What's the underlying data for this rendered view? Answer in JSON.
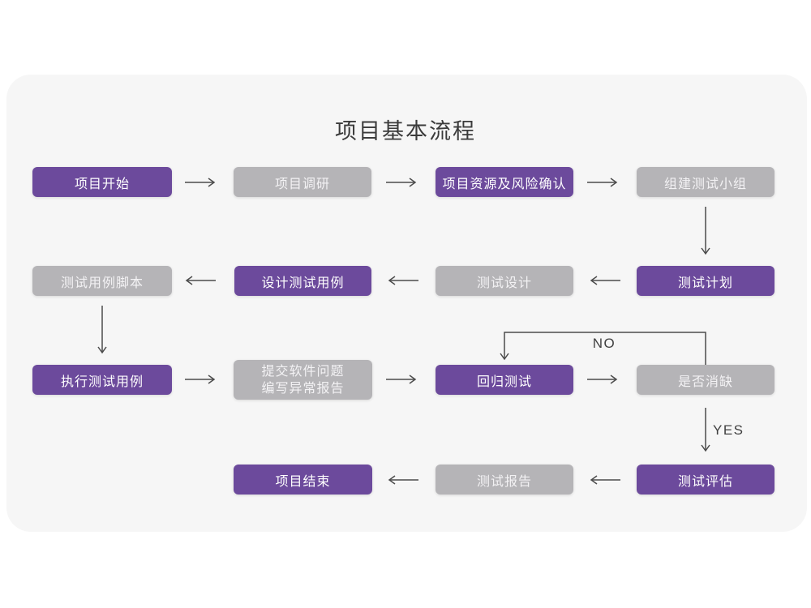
{
  "page": {
    "title": "项目基本流程"
  },
  "colors": {
    "primary_purple": "#6C4A9C",
    "secondary_gray": "#B5B4B7",
    "card_background": "#F6F6F6",
    "page_background": "#FFFFFF",
    "arrow": "#4C4C4C",
    "title_text": "#3B3B3B",
    "node_text_on_purple": "#FFFFFF",
    "node_text_on_gray": "#F3F2F4"
  },
  "nodes": {
    "project_start": {
      "label": "项目开始",
      "type": "primary"
    },
    "project_research": {
      "label": "项目调研",
      "type": "secondary"
    },
    "resource_risk": {
      "label": "项目资源及风险确认",
      "type": "primary"
    },
    "build_team": {
      "label": "组建测试小组",
      "type": "secondary"
    },
    "test_plan": {
      "label": "测试计划",
      "type": "primary"
    },
    "test_design": {
      "label": "测试设计",
      "type": "secondary"
    },
    "design_cases": {
      "label": "设计测试用例",
      "type": "primary"
    },
    "case_script": {
      "label": "测试用例脚本",
      "type": "secondary"
    },
    "run_cases": {
      "label": "执行测试用例",
      "type": "primary"
    },
    "submit_issues": {
      "label": "提交软件问题\n编写异常报告",
      "type": "secondary"
    },
    "regression_test": {
      "label": "回归测试",
      "type": "primary"
    },
    "defect_cleared": {
      "label": "是否消缺",
      "type": "secondary"
    },
    "test_evaluation": {
      "label": "测试评估",
      "type": "primary"
    },
    "test_report": {
      "label": "测试报告",
      "type": "secondary"
    },
    "project_end": {
      "label": "项目结束",
      "type": "primary"
    }
  },
  "edge_labels": {
    "no": "NO",
    "yes": "YES"
  },
  "edges": [
    {
      "from": "项目开始",
      "to": "项目调研"
    },
    {
      "from": "项目调研",
      "to": "项目资源及风险确认"
    },
    {
      "from": "项目资源及风险确认",
      "to": "组建测试小组"
    },
    {
      "from": "组建测试小组",
      "to": "测试计划"
    },
    {
      "from": "测试计划",
      "to": "测试设计"
    },
    {
      "from": "测试设计",
      "to": "设计测试用例"
    },
    {
      "from": "设计测试用例",
      "to": "测试用例脚本"
    },
    {
      "from": "测试用例脚本",
      "to": "执行测试用例"
    },
    {
      "from": "执行测试用例",
      "to": "提交软件问题 编写异常报告"
    },
    {
      "from": "提交软件问题 编写异常报告",
      "to": "回归测试"
    },
    {
      "from": "回归测试",
      "to": "是否消缺"
    },
    {
      "from": "是否消缺",
      "to": "回归测试",
      "label": "NO"
    },
    {
      "from": "是否消缺",
      "to": "测试评估",
      "label": "YES"
    },
    {
      "from": "测试评估",
      "to": "测试报告"
    },
    {
      "from": "测试报告",
      "to": "项目结束"
    }
  ]
}
